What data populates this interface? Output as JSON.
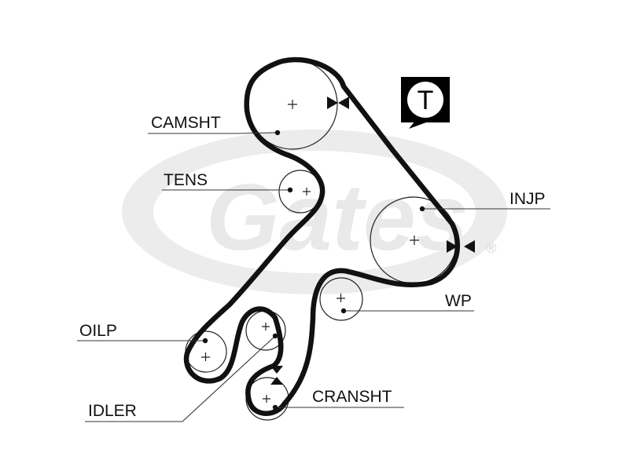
{
  "watermark": {
    "text": "Gates",
    "color": "#e6e6e6",
    "registered_mark": "®"
  },
  "badge": {
    "letter": "T"
  },
  "labels": {
    "camshaft": "CAMSHT",
    "tensioner": "TENS",
    "injection_pump": "INJP",
    "water_pump": "WP",
    "oil_pump": "OILP",
    "idler": "IDLER",
    "crankshaft": "CRANSHT"
  },
  "colors": {
    "belt": "#111111",
    "pulley_outline": "#222222",
    "leader": "#333333"
  }
}
